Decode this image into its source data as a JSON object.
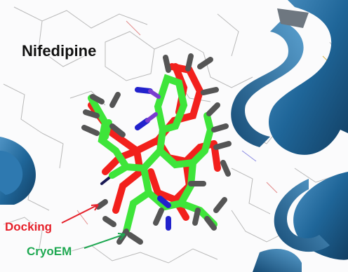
{
  "title": "Nifedipine",
  "labels": {
    "docking": "Docking",
    "cryoem": "CryoEM"
  },
  "colors": {
    "docking": "#e5202a",
    "cryoem": "#1fa852",
    "docking_pose": "#f2201c",
    "cryoem_pose": "#3ee53a",
    "nitrogen": "#2222cc",
    "helix": "#1d5f91",
    "carbon_stick": "#555555"
  },
  "scene": {
    "description_icon": "molecular-structure-render",
    "elements": [
      "protein-ribbon-helix",
      "ligand-stick-model",
      "background-wireframe-residues"
    ]
  }
}
